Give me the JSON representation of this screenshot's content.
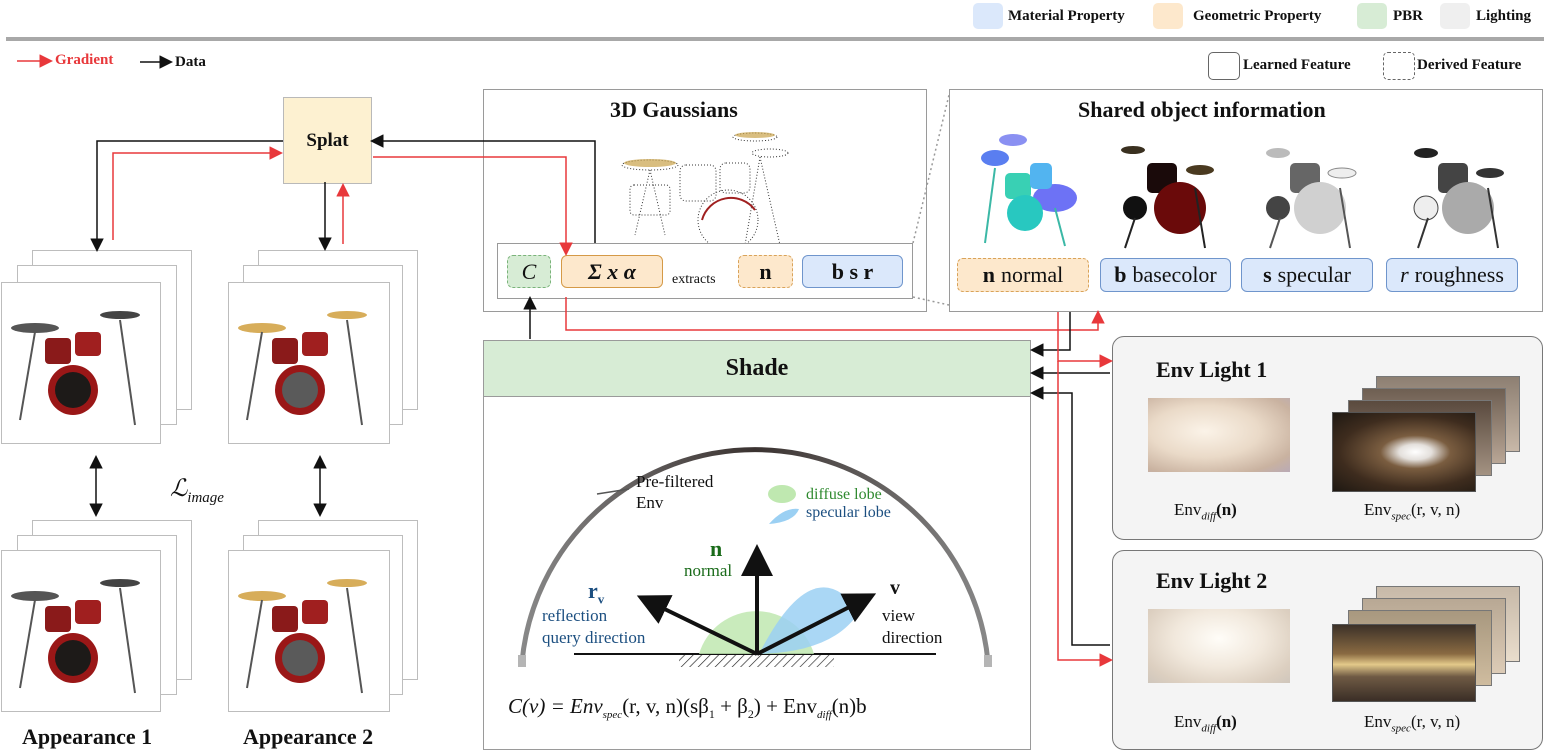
{
  "legend": {
    "material": "Material Property",
    "geometric": "Geometric Property",
    "pbr": "PBR",
    "lighting": "Lighting",
    "learned": "Learned Feature",
    "derived": "Derived Feature",
    "gradient": "Gradient",
    "data": "Data"
  },
  "splat": "Splat",
  "gaussians": {
    "title": "3D Gaussians",
    "c": "C",
    "params": "Σ  x  α",
    "extracts": "extracts",
    "n": "n",
    "bsr": "b  s  r"
  },
  "shared": {
    "title": "Shared object information",
    "normal_sym": "n",
    "normal": "normal",
    "base_sym": "b",
    "base": "basecolor",
    "spec_sym": "s",
    "spec": "specular",
    "rough_sym": "r",
    "rough": "roughness"
  },
  "shade": {
    "title": "Shade",
    "prefiltered": "Pre-filtered",
    "env": "Env",
    "diffuse": "diffuse lobe",
    "specular": "specular lobe",
    "n_sym": "n",
    "n_label": "normal",
    "r_sym": "r",
    "r_sub": "v",
    "r_label1": "reflection",
    "r_label2": "query direction",
    "v_sym": "v",
    "v_label1": "view",
    "v_label2": "direction",
    "eq_lhs": "C(v) = Env",
    "eq_spec": "spec",
    "eq_mid": "(r, v, n)(sβ",
    "eq_b1": "1",
    "eq_plus": " + β",
    "eq_b2": "2",
    "eq_env": ") + Env",
    "eq_diff": "diff",
    "eq_end": "(n)b"
  },
  "env1": {
    "title": "Env Light 1",
    "diff_env": "Env",
    "diff_sub": "diff",
    "diff_arg": "(n)",
    "spec_env": "Env",
    "spec_sub": "spec",
    "spec_arg": "(r, v, n)"
  },
  "env2": {
    "title": "Env Light 2",
    "diff_env": "Env",
    "diff_sub": "diff",
    "diff_arg": "(n)",
    "spec_env": "Env",
    "spec_sub": "spec",
    "spec_arg": "(r, v, n)"
  },
  "loss": {
    "L": "ℒ",
    "sub": "image"
  },
  "appearance1": "Appearance 1",
  "appearance2": "Appearance 2",
  "colors": {
    "gradient": "#e8383b",
    "material": "#dbe8fb",
    "geometric": "#fde8cc",
    "pbr": "#d7ecd5",
    "lighting": "#efefef"
  }
}
